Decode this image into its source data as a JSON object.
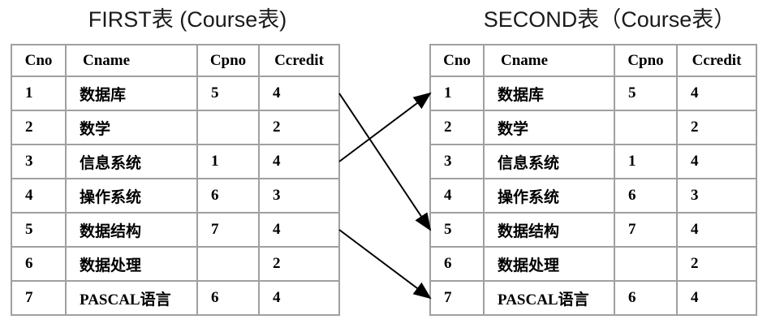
{
  "colors": {
    "background": "#ffffff",
    "border": "#a0a0a0",
    "text": "#000000",
    "arrow": "#000000"
  },
  "tables": [
    {
      "id": "first",
      "title": "FIRST表 (Course表)",
      "columns": [
        "Cno",
        "Cname",
        "Cpno",
        "Ccredit"
      ],
      "rows": [
        [
          "1",
          "数据库",
          "5",
          "4"
        ],
        [
          "2",
          "数学",
          "",
          "2"
        ],
        [
          "3",
          "信息系统",
          "1",
          "4"
        ],
        [
          "4",
          "操作系统",
          "6",
          "3"
        ],
        [
          "5",
          "数据结构",
          "7",
          "4"
        ],
        [
          "6",
          "数据处理",
          "",
          "2"
        ],
        [
          "7",
          "PASCAL语言",
          "6",
          "4"
        ]
      ]
    },
    {
      "id": "second",
      "title": "SECOND表（Course表）",
      "columns": [
        "Cno",
        "Cname",
        "Cpno",
        "Ccredit"
      ],
      "rows": [
        [
          "1",
          "数据库",
          "5",
          "4"
        ],
        [
          "2",
          "数学",
          "",
          "2"
        ],
        [
          "3",
          "信息系统",
          "1",
          "4"
        ],
        [
          "4",
          "操作系统",
          "6",
          "3"
        ],
        [
          "5",
          "数据结构",
          "7",
          "4"
        ],
        [
          "6",
          "数据处理",
          "",
          "2"
        ],
        [
          "7",
          "PASCAL语言",
          "6",
          "4"
        ]
      ]
    }
  ],
  "arrows": [
    {
      "from_table": "first",
      "from_row": 1,
      "to_table": "second",
      "to_row": 5
    },
    {
      "from_table": "first",
      "from_row": 3,
      "to_table": "second",
      "to_row": 1
    },
    {
      "from_table": "first",
      "from_row": 5,
      "to_table": "second",
      "to_row": 7
    }
  ]
}
